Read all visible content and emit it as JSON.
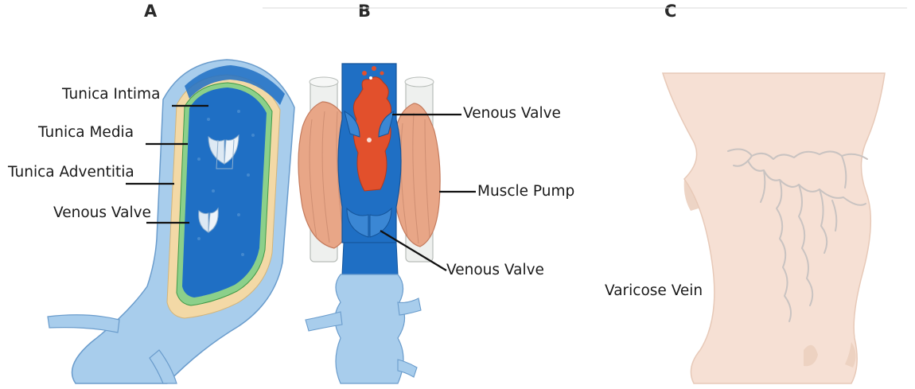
{
  "panels": {
    "a": {
      "letter": "A"
    },
    "b": {
      "letter": "B"
    },
    "c": {
      "letter": "C"
    }
  },
  "labels": {
    "tunica_intima": "Tunica Intima",
    "tunica_media": "Tunica Media",
    "tunica_adventitia": "Tunica Adventitia",
    "venous_valve_a": "Venous Valve",
    "venous_valve_b_top": "Venous Valve",
    "muscle_pump": "Muscle Pump",
    "venous_valve_b_bottom": "Venous Valve",
    "varicose_vein": "Varicose Vein"
  },
  "colors": {
    "vein_blue": "#1f6fc4",
    "vein_light": "#a8cdec",
    "media_tan": "#f3d9a6",
    "blood_red": "#e2502c",
    "muscle": "#e8a687",
    "skin": "#f6e0d4",
    "varicose": "#c9c3c1"
  }
}
